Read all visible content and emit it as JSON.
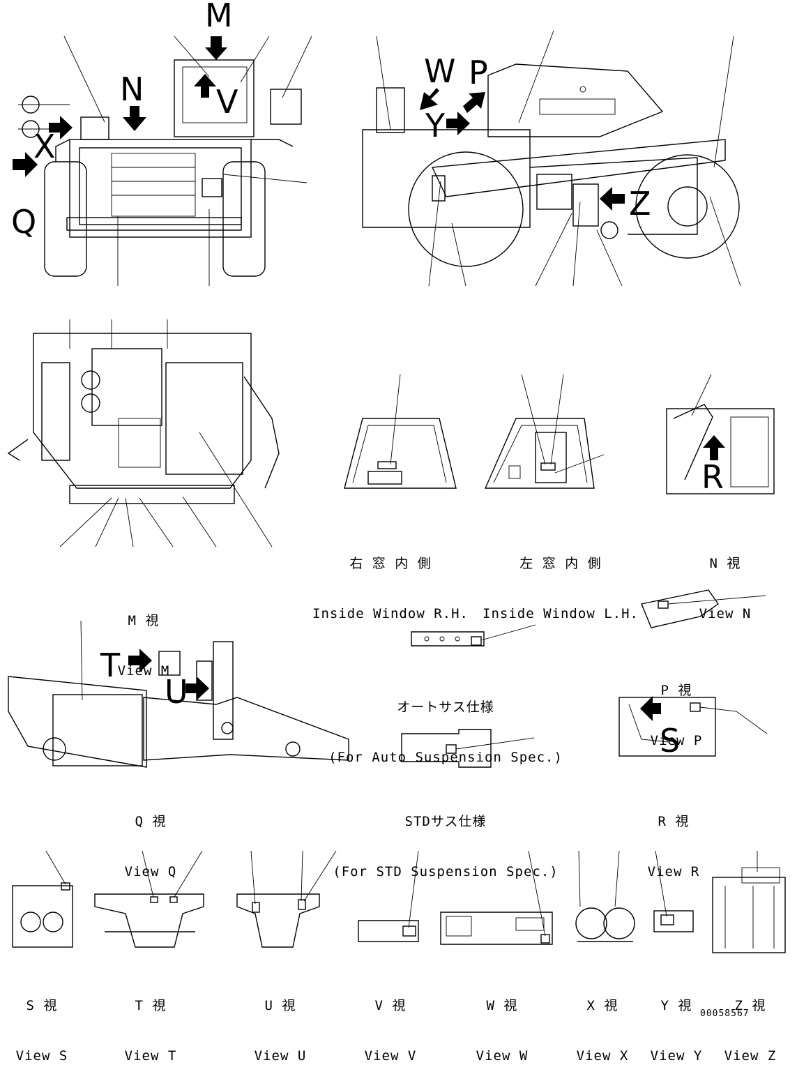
{
  "document_number": "00058567",
  "arrow_letters": [
    "M",
    "N",
    "V",
    "X",
    "Q",
    "W",
    "P",
    "Y",
    "Z",
    "T",
    "U",
    "R",
    "S"
  ],
  "views": {
    "inside_rh": {
      "jp": "右 窓 内 側",
      "en": "Inside Window R.H."
    },
    "inside_lh": {
      "jp": "左 窓 内 側",
      "en": "Inside Window L.H."
    },
    "view_n": {
      "jp": "N 視",
      "en": "View N"
    },
    "view_m": {
      "jp": "M 視",
      "en": "View M"
    },
    "view_p": {
      "jp": "P 視",
      "en": "View P"
    },
    "auto_susp": {
      "jp": "オートサス仕様",
      "en": "(For Auto Suspension Spec.)"
    },
    "std_susp": {
      "jp": "STDサス仕様",
      "en": "(For STD Suspension Spec.)"
    },
    "view_q": {
      "jp": "Q 視",
      "en": "View Q"
    },
    "view_r": {
      "jp": "R 視",
      "en": "View R"
    },
    "view_s": {
      "jp": "S 視",
      "en": "View S"
    },
    "view_t": {
      "jp": "T 視",
      "en": "View T"
    },
    "view_u": {
      "jp": "U 視",
      "en": "View U"
    },
    "view_v": {
      "jp": "V 視",
      "en": "View V"
    },
    "view_w": {
      "jp": "W 視",
      "en": "View W"
    },
    "view_x": {
      "jp": "X 視",
      "en": "View X"
    },
    "view_y": {
      "jp": "Y 視",
      "en": "View Y"
    },
    "view_z": {
      "jp": "Z 視",
      "en": "View Z"
    }
  }
}
